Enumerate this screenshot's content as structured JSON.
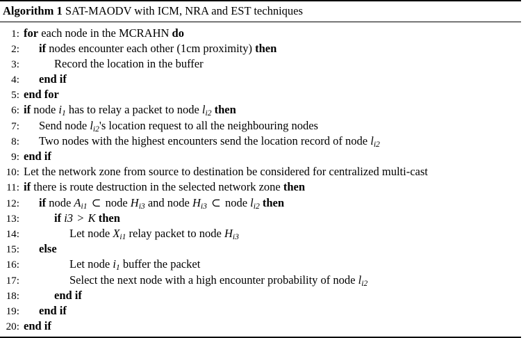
{
  "algorithm": {
    "label": "Algorithm 1",
    "caption": "SAT-MAODV with ICM, NRA and EST techniques",
    "title_full": "Algorithm 1 SAT-MAODV with ICM, NRA and EST techniques",
    "line_count": 20,
    "lines": [
      {
        "no": "1:",
        "indent": 0,
        "text": "for each node in the MCRAHN do"
      },
      {
        "no": "2:",
        "indent": 1,
        "text": "if nodes encounter each other (1cm proximity) then"
      },
      {
        "no": "3:",
        "indent": 2,
        "text": "Record the location in the buffer"
      },
      {
        "no": "4:",
        "indent": 1,
        "text": "end if"
      },
      {
        "no": "5:",
        "indent": 0,
        "text": "end for"
      },
      {
        "no": "6:",
        "indent": 0,
        "text": "if node i1 has to relay a packet to node li2 then"
      },
      {
        "no": "7:",
        "indent": 1,
        "text": "Send node li2's location request to all the neighbouring nodes"
      },
      {
        "no": "8:",
        "indent": 1,
        "text": "Two nodes with the highest encounters send the location record of node li2"
      },
      {
        "no": "9:",
        "indent": 0,
        "text": "end if"
      },
      {
        "no": "10:",
        "indent": 0,
        "text": "Let the network zone from source to destination be considered for centralized multi-cast"
      },
      {
        "no": "11:",
        "indent": 0,
        "text": "if there is route destruction in the selected network zone then"
      },
      {
        "no": "12:",
        "indent": 1,
        "text": "if node Ai1 ⊂ node Hi3 and node Hi3 ⊂ node li2 then"
      },
      {
        "no": "13:",
        "indent": 2,
        "text": "if i3 > K then"
      },
      {
        "no": "14:",
        "indent": 3,
        "text": "Let node Xi1 relay packet to node Hi3"
      },
      {
        "no": "15:",
        "indent": 1,
        "text": "else"
      },
      {
        "no": "16:",
        "indent": 3,
        "text": "Let node i1 buffer the packet"
      },
      {
        "no": "17:",
        "indent": 3,
        "text": "Select the next node with a high encounter probability of node li2"
      },
      {
        "no": "18:",
        "indent": 2,
        "text": "end if"
      },
      {
        "no": "19:",
        "indent": 1,
        "text": "end if"
      },
      {
        "no": "20:",
        "indent": 0,
        "text": "end if"
      }
    ],
    "keywords": [
      "for",
      "do",
      "if",
      "then",
      "else",
      "end if",
      "end for"
    ],
    "variables": [
      "i1",
      "li2",
      "Ai1",
      "Hi3",
      "Xi1",
      "i3",
      "K"
    ],
    "symbols": {
      "subset": "⊂",
      "greater_than": ">"
    },
    "colors": {
      "text": "#000000",
      "background": "#ffffff",
      "rule": "#000000"
    }
  }
}
